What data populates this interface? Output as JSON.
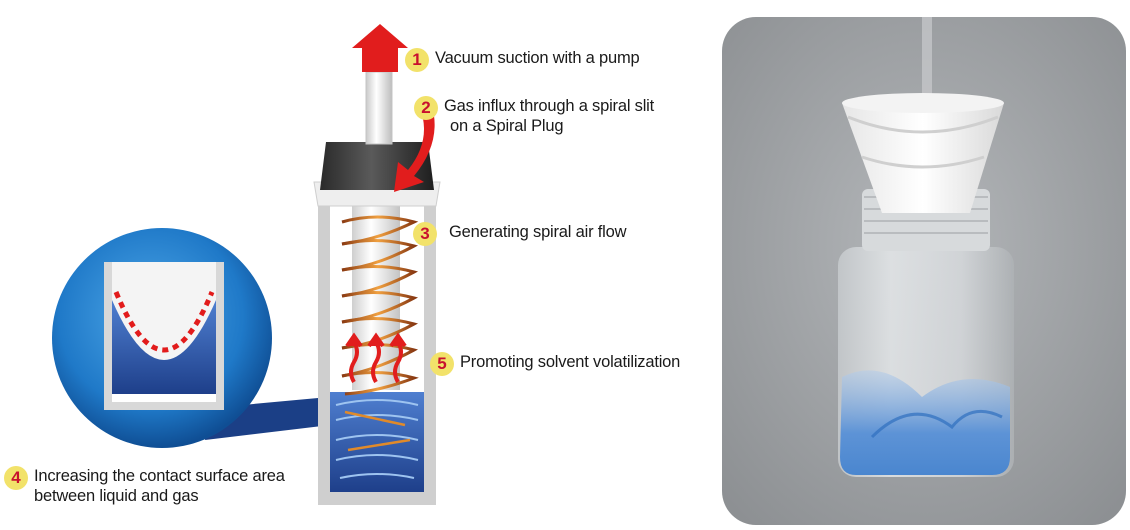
{
  "steps": [
    {
      "num": "1",
      "lines": [
        "Vacuum suction with a pump"
      ]
    },
    {
      "num": "2",
      "lines": [
        "Gas influx through a spiral slit",
        "on a Spiral Plug"
      ]
    },
    {
      "num": "3",
      "lines": [
        "Generating spiral air flow"
      ]
    },
    {
      "num": "5",
      "lines": [
        "Promoting solvent volatilization"
      ]
    },
    {
      "num": "4",
      "lines": [
        "Increasing the contact surface area",
        "between liquid and gas"
      ]
    }
  ],
  "colors": {
    "arrow_red": "#e11d1d",
    "number_badge": "#f2e26a",
    "number_text": "#c8102e",
    "liquid_blue": "#2f5fb5",
    "circle_blue": "#1f79c8",
    "spiral_orange": "#e08a2a",
    "photo_background": "#9c9fa2"
  },
  "icons": [
    "up-arrow-icon",
    "curved-arrow-icon",
    "wavy-arrow-icon"
  ]
}
